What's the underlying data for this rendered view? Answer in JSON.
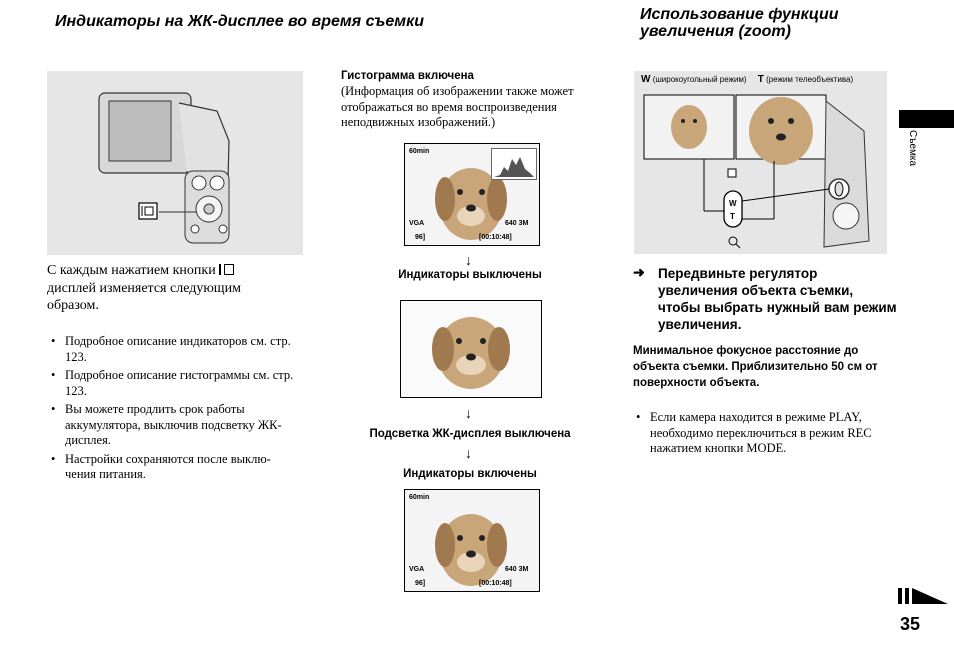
{
  "left": {
    "heading": "Индикаторы на ЖК-дисплее во время съемки",
    "intro": "С каждым нажатием кнопки",
    "intro_rest": "дисплей изменяется следующим образом.",
    "bullets": [
      "Подробное описание индикаторов см. стр. 123.",
      "Подробное описание гистограммы см. стр. 123.",
      "Вы можете продлить срок работы аккумулятора, выключив подсветку ЖК-дисплея.",
      "Настройки сохраняются после выклю-чения питания."
    ]
  },
  "middle": {
    "hist_title": "Гистограмма включена",
    "hist_desc": "(Информация об изображении также может отображаться во время воспроизведения неподвижных изображений.)",
    "step1": "Индикаторы выключены",
    "step2": "Подсветка ЖК-дисплея выключена",
    "step3": "Индикаторы включены",
    "lcd": {
      "battery": "60min",
      "res": "640 3M",
      "count": "96]",
      "time": "[00:10:48]",
      "vga": "VGA"
    }
  },
  "right": {
    "heading_line1": "Использование функции",
    "heading_line2": "увеличения (zoom)",
    "w_letter": "W",
    "w_label": "(широкоугольный режим)",
    "t_letter": "T",
    "t_label": "(режим телеобъектива)",
    "instruction": "Передвиньте регулятор увеличения объекта съемки, чтобы выбрать нужный вам режим увеличения.",
    "note_bold": "Минимальное фокусное расстояние до объекта съемки. Приблизительно 50 см от поверхности объекта.",
    "bullet": "Если камера находится в режиме PLAY, необходимо переключиться в режим REC нажатием кнопки MODE.",
    "w_key": "W",
    "t_key": "T"
  },
  "side_tab": "Съемка",
  "page_number": "35"
}
